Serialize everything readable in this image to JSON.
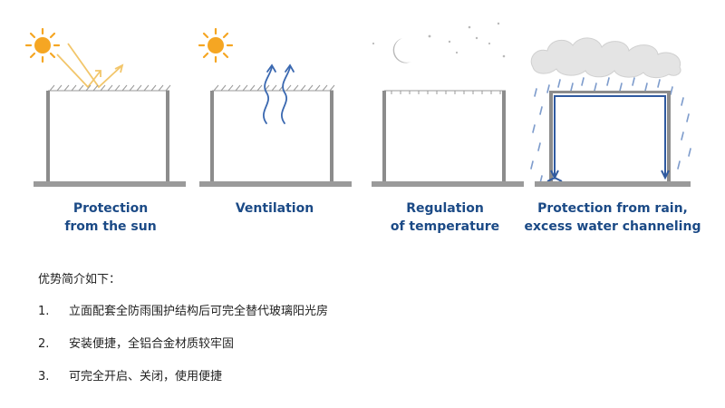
{
  "panels": [
    {
      "id": "sun",
      "caption_line1": "Protection",
      "caption_line2": "from the sun"
    },
    {
      "id": "ventilation",
      "caption_line1": "Ventilation",
      "caption_line2": ""
    },
    {
      "id": "temperature",
      "caption_line1": "Regulation",
      "caption_line2": "of temperature"
    },
    {
      "id": "rain",
      "caption_line1": "Protection from rain,",
      "caption_line2": "excess water channeling"
    }
  ],
  "notes": {
    "intro": "优势简介如下：",
    "items": [
      {
        "num": "1.",
        "text": "立面配套全防雨围护结构后可完全替代玻璃阳光房"
      },
      {
        "num": "2.",
        "text": "安装便捷，全铝合金材质较牢固"
      },
      {
        "num": "3.",
        "text": "可完全开启、关闭，使用便捷"
      }
    ]
  },
  "colors": {
    "caption": "#1b4a86",
    "structure": "#8c8c8c",
    "ground": "#9a9a9a",
    "sun": "#f5a623",
    "sun_ray": "#f2c66b",
    "airflow": "#3a68b0",
    "moon": "#b9b9b9",
    "rain": "#7e9ccc",
    "water_channel": "#2f5aa0",
    "cloud": "#e4e4e4"
  }
}
